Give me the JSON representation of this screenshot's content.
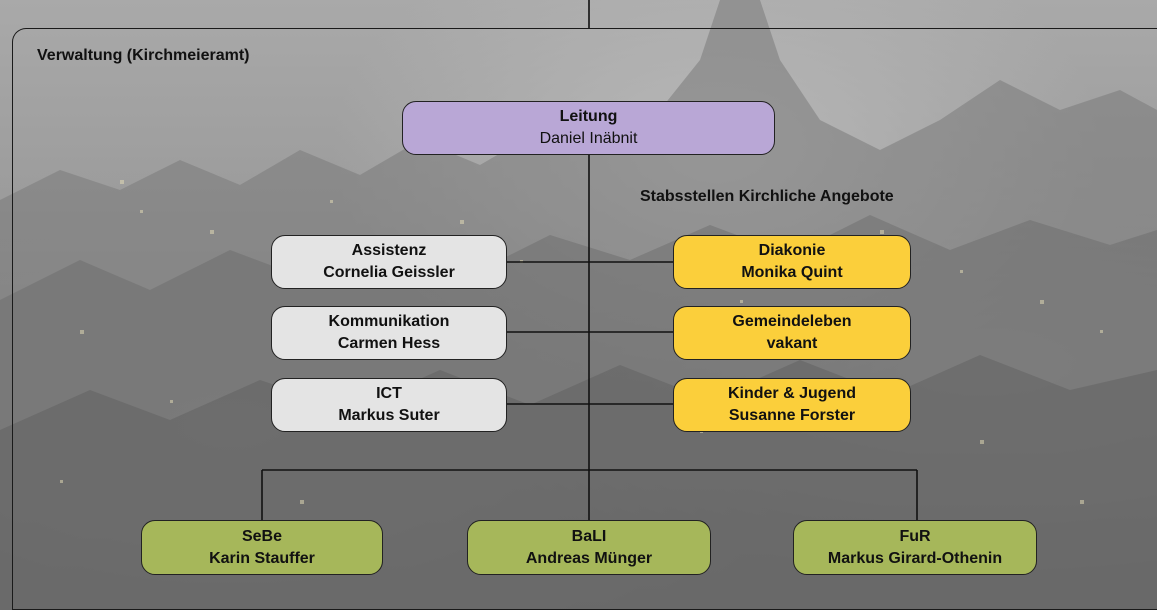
{
  "frame_title": "Verwaltung (Kirchmeieramt)",
  "staff_title": "Stabsstellen Kirchliche Angebote",
  "lead": {
    "role": "Leitung",
    "name": "Daniel Inäbnit",
    "color": "#b9a7d6"
  },
  "left_units": [
    {
      "role": "Assistenz",
      "name": "Cornelia Geissler"
    },
    {
      "role": "Kommunikation",
      "name": "Carmen Hess"
    },
    {
      "role": "ICT",
      "name": "Markus Suter"
    }
  ],
  "right_units": [
    {
      "role": "Diakonie",
      "name": "Monika Quint"
    },
    {
      "role": "Gemeindeleben",
      "name": "vakant"
    },
    {
      "role": "Kinder & Jugend",
      "name": "Susanne Forster"
    }
  ],
  "bottom_units": [
    {
      "role": "SeBe",
      "name": "Karin Stauffer"
    },
    {
      "role": "BaLI",
      "name": "Andreas Münger"
    },
    {
      "role": "FuR",
      "name": "Markus Girard-Othenin"
    }
  ],
  "colors": {
    "lead": "#b9a7d6",
    "staff": "#e4e4e4",
    "church_offers": "#fbcf3b",
    "departments": "#a6b75a"
  }
}
